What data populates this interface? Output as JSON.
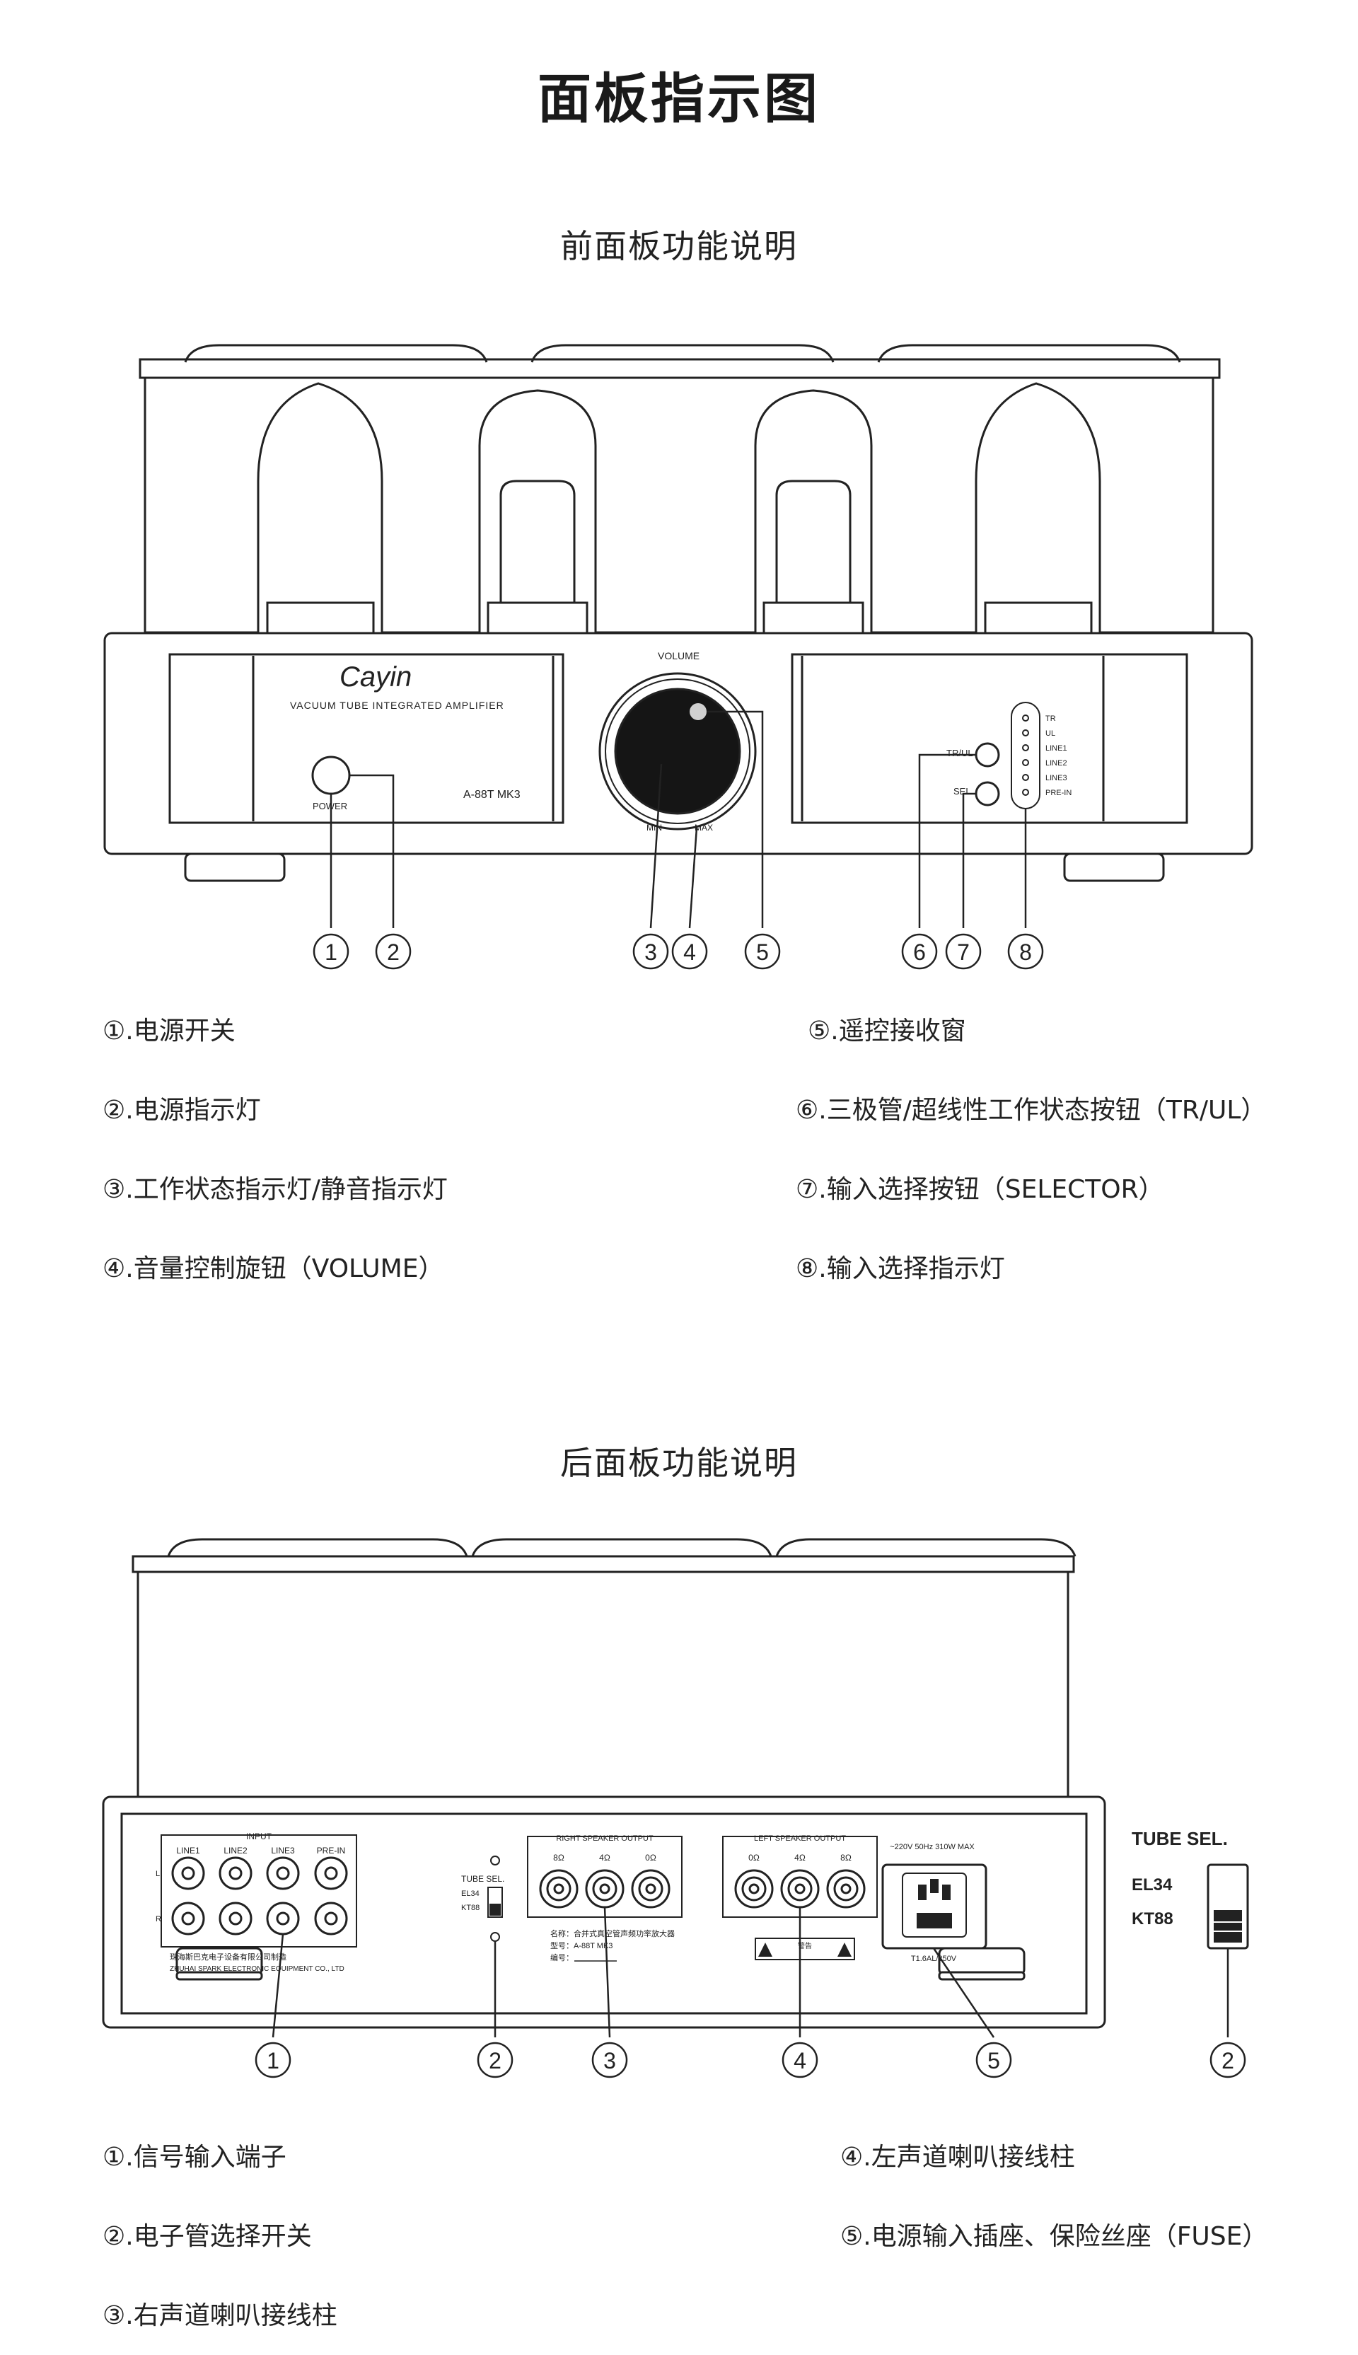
{
  "page_title": "面板指示图",
  "front": {
    "heading": "前面板功能说明",
    "panel": {
      "brand_logo": "Cayin",
      "model_line": "VACUUM TUBE INTEGRATED AMPLIFIER",
      "model": "A-88T MK3",
      "power": "POWER",
      "volume": "VOLUME",
      "min": "MIN",
      "max": "MAX",
      "tr_ul": "TR/UL",
      "sel": "SEL",
      "leds": [
        "TR",
        "UL",
        "LINE1",
        "LINE2",
        "LINE3",
        "PRE-IN"
      ]
    },
    "callouts": [
      "1",
      "2",
      "3",
      "4",
      "5",
      "6",
      "7",
      "8"
    ],
    "legend_left": [
      "①.电源开关",
      "②.电源指示灯",
      "③.工作状态指示灯/静音指示灯",
      "④.音量控制旋钮（VOLUME）"
    ],
    "legend_right": [
      "⑤.遥控接收窗",
      "⑥.三极管/超线性工作状态按钮（TR/UL）",
      "⑦.输入选择按钮（SELECTOR）",
      "⑧.输入选择指示灯"
    ]
  },
  "rear": {
    "heading": "后面板功能说明",
    "panel": {
      "input": "INPUT",
      "inputs": [
        "LINE1",
        "LINE2",
        "LINE3",
        "PRE-IN"
      ],
      "l": "L",
      "r": "R",
      "maker": "珠海斯巴克电子设备有限公司制造",
      "maker_en": "ZHUHAI SPARK ELECTRONIC EQUIPMENT CO., LTD",
      "tube_sel": "TUBE SEL.",
      "el34": "EL34",
      "kt88": "KT88",
      "right_out": "RIGHT SPEAKER OUTPUT",
      "left_out": "LEFT SPEAKER OUTPUT",
      "ohms": [
        "8Ω",
        "4Ω",
        "0Ω"
      ],
      "ohms_left": [
        "0Ω",
        "4Ω",
        "8Ω"
      ],
      "label_name": "名称：合并式真空管声频功率放大器",
      "label_model": "型号：A-88T MK3",
      "label_serial": "编号：",
      "warning": "警告",
      "power_spec": "~220V 50Hz 310W MAX",
      "fuse": "T1.6AL/250V"
    },
    "inset": {
      "title": "TUBE SEL.",
      "el34": "EL34",
      "kt88": "KT88"
    },
    "callouts": [
      "1",
      "2",
      "3",
      "4",
      "5",
      "2"
    ],
    "legend_left": [
      "①.信号输入端子",
      "②.电子管选择开关",
      "③.右声道喇叭接线柱"
    ],
    "legend_right": [
      "④.左声道喇叭接线柱",
      "⑤.电源输入插座、保险丝座（FUSE）"
    ]
  }
}
